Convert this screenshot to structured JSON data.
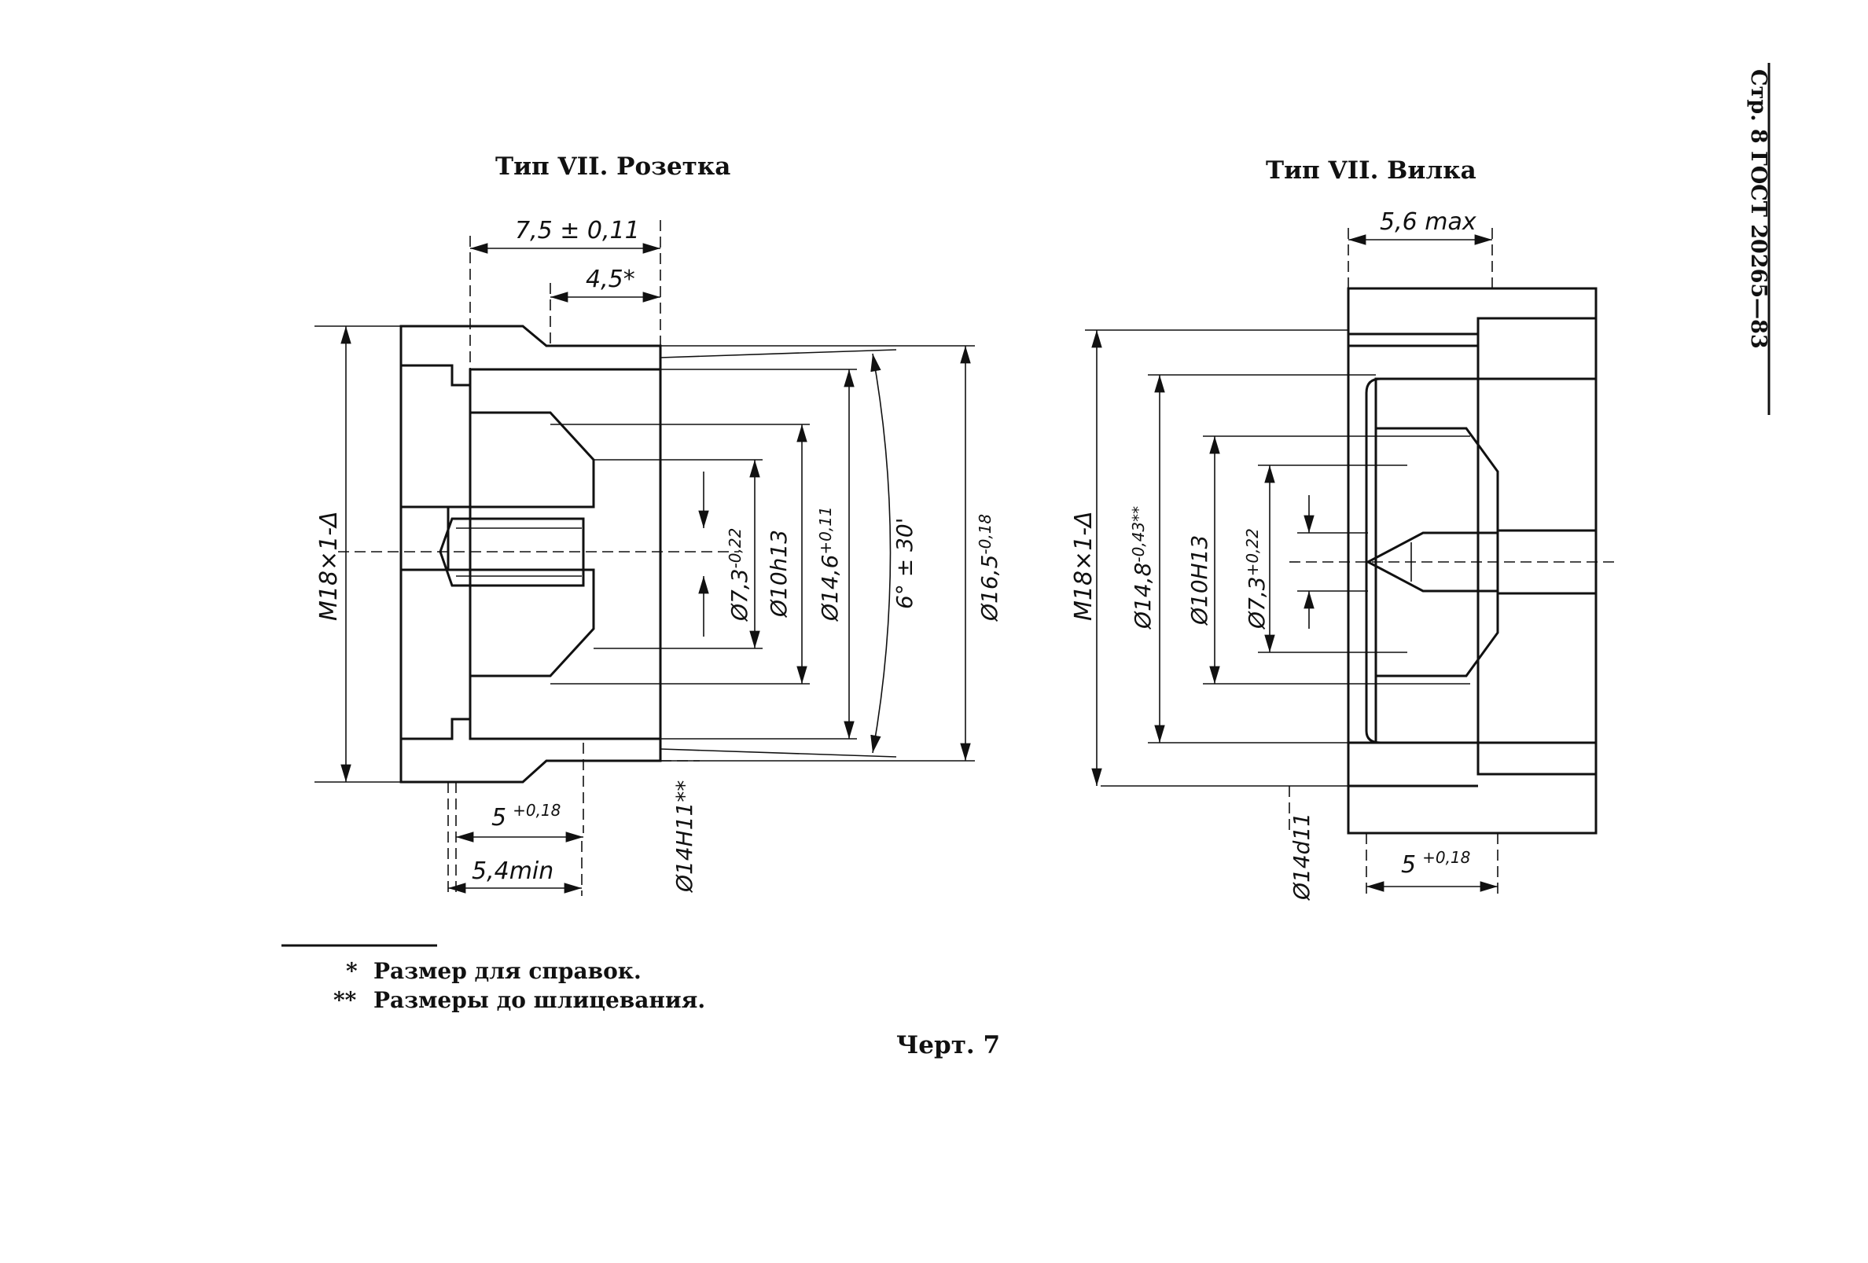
{
  "header": {
    "page_label": "Стр. 8 ГОСТ 20265—83"
  },
  "socket": {
    "title": "Тип VII. Розетка",
    "dims": {
      "overall_length": "7,5 ± 0,11",
      "ref_length": "4,5*",
      "thread": "M18×1-Δ",
      "d_pin": "Ø7,3",
      "d_pin_tol": "-0,22",
      "d_bore": "Ø10h13",
      "d_cone": "Ø14,6",
      "d_cone_tol": "+0,11",
      "angle": "6° ± 30'",
      "d_outer": "Ø16,5",
      "d_outer_tol": "-0,18",
      "d_slot": "Ø14H11**",
      "depth": "5",
      "depth_tol": "+0,18",
      "min_len": "5,4min"
    }
  },
  "plug": {
    "title": "Тип VII. Вилка",
    "dims": {
      "max_len": "5,6 max",
      "thread": "M18×1-Δ",
      "d_outer": "Ø14,8",
      "d_outer_tol": "-0,43**",
      "d_bore": "Ø10H13",
      "d_pin": "Ø7,3",
      "d_pin_tol": "+0,22",
      "d_collar": "Ø14d11",
      "depth": "5",
      "depth_tol": "+0,18"
    }
  },
  "footnotes": [
    {
      "mark": "*",
      "text": "Размер для справок."
    },
    {
      "mark": "**",
      "text": "Размеры до шлицевания."
    }
  ],
  "caption": "Черт. 7"
}
